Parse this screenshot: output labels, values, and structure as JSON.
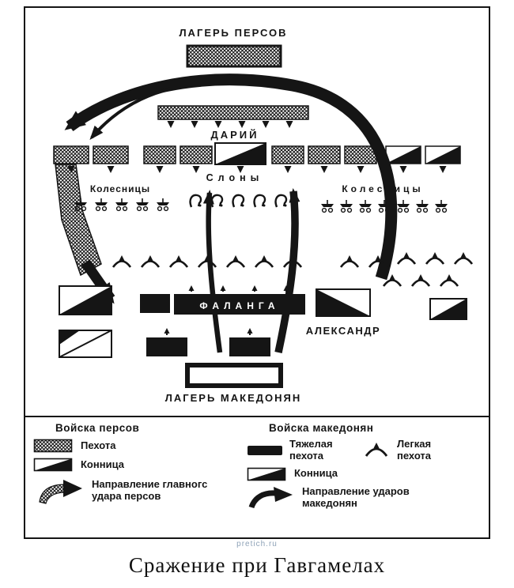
{
  "title": "Сражение при Гавгамелах",
  "watermark": "pretich.ru",
  "map": {
    "persian_camp_label": "ЛАГЕРЬ ПЕРСОВ",
    "darius_label": "ДАРИЙ",
    "elephants_label": "Слоны",
    "chariots_left_label": "Колесницы",
    "chariots_right_label": "Колесницы",
    "phalanx_label": "ФАЛАНГА",
    "alexander_label": "АЛЕКСАНДР",
    "macedonian_camp_label": "ЛАГЕРЬ МАКЕДОНЯН"
  },
  "legend": {
    "persians": {
      "header": "Войска персов",
      "infantry": "Пехота",
      "cavalry": "Конница",
      "attack": "Направление главногс удара персов"
    },
    "macedonians": {
      "header": "Войска македонян",
      "heavy_infantry": "Тяжелая пехота",
      "light_infantry": "Легкая пехота",
      "cavalry": "Конница",
      "attack": "Направление ударов македонян"
    }
  },
  "colors": {
    "ink": "#151515",
    "paper": "#ffffff",
    "watermark": "#8fa3b8"
  }
}
